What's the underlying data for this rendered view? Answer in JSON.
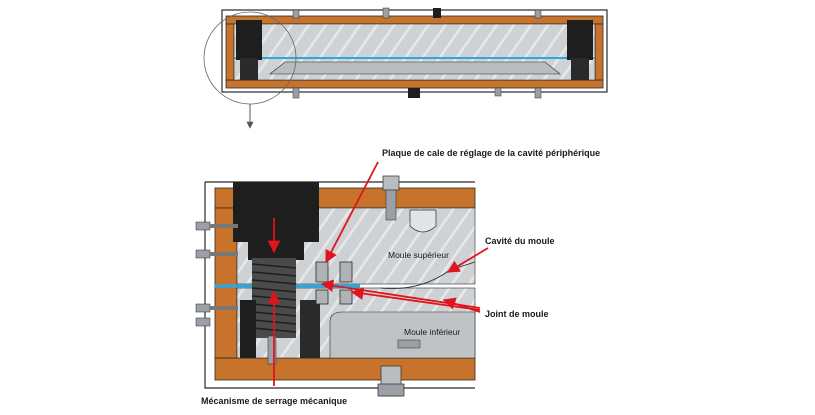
{
  "labels": {
    "plaque_cale": "Plaque de cale de réglage de la cavité périphérique",
    "cavite_moule": "Cavité du moule",
    "moule_superieur": "Moule supérieur",
    "joint_moule": "Joint de moule",
    "moule_inferieur": "Moule inférieur",
    "mecanisme_serrage": "Mécanisme de serrage mécanique"
  },
  "colors": {
    "frame_orange": "#c8732c",
    "mold_gray": "#c9cccf",
    "dark_block": "#1e1e1e",
    "parting_line_blue": "#2fa8d8",
    "callout_red": "#e0141e",
    "outline": "#2a2a2a"
  }
}
